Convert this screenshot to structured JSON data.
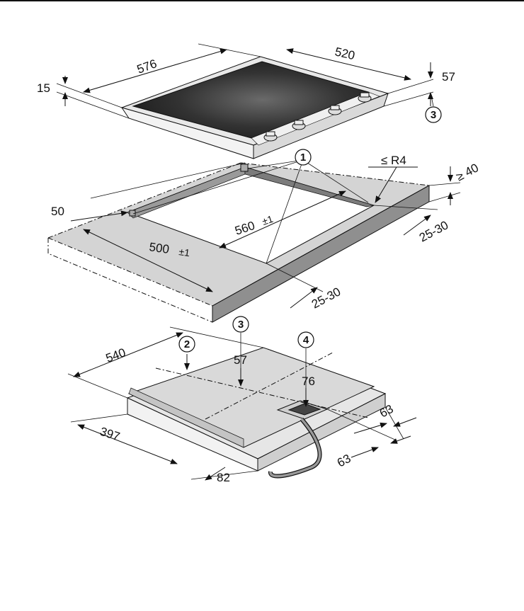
{
  "dims": {
    "d576": "576",
    "d520": "520",
    "d15": "15",
    "d57_top": "57",
    "d_r4": "≤ R4",
    "d40": "≥ 40",
    "d50": "50",
    "d560": "560",
    "d500": "500",
    "tol": "±1",
    "d25_30_a": "25-30",
    "d25_30_b": "25-30",
    "d540": "540",
    "d57_bottom": "57",
    "d76": "76",
    "d397": "397",
    "d82": "82",
    "d63_a": "63",
    "d63_b": "63"
  },
  "callouts": {
    "c1": "1",
    "c2": "2",
    "c3_top": "3",
    "c3_bottom": "3",
    "c4": "4"
  },
  "colors": {
    "glass": "#2a2a2a",
    "frame": "#e6e6e6",
    "counter_top": "#d4d4d4",
    "counter_front": "#8f8f8f",
    "unit_top": "#d9d9d9",
    "unit_side": "#bdbdbd"
  }
}
